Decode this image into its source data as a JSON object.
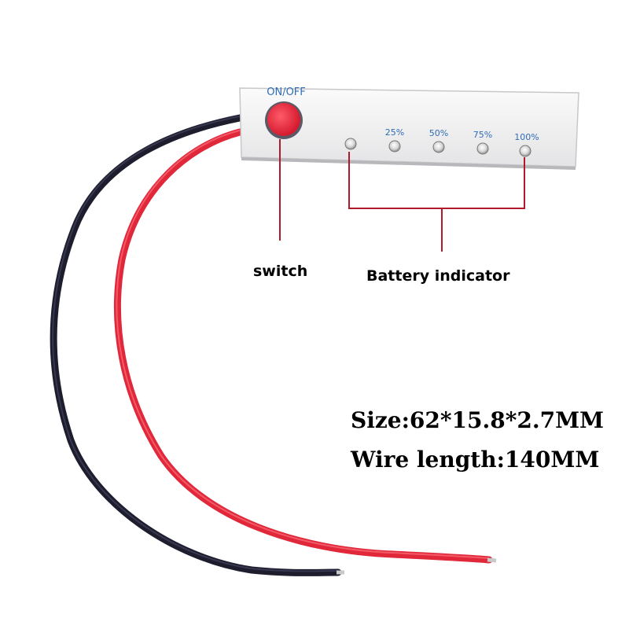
{
  "board": {
    "power_label": "ON/OFF",
    "levels": [
      "25%",
      "50%",
      "75%",
      "100%"
    ]
  },
  "callouts": {
    "switch": "switch",
    "indicator": "Battery indicator"
  },
  "specs": {
    "size": "Size:62*15.8*2.7MM",
    "wire_length": "Wire length:140MM"
  },
  "colors": {
    "wire_red": "#e0283a",
    "wire_black": "#1d1d2e",
    "callout_line": "#b01a2a",
    "switch_button": "#e8283c",
    "pcb_text": "#2f6db3"
  }
}
